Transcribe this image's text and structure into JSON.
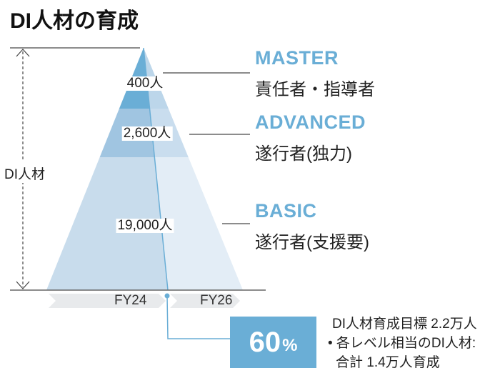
{
  "title": "DI人材の育成",
  "axis_label": "DI人材",
  "colors": {
    "accent": "#6aaed6",
    "box": "#6aaed6"
  },
  "tiers": [
    {
      "level": "MASTER",
      "description": "責任者・指導者",
      "count": "400人"
    },
    {
      "level": "ADVANCED",
      "description": "遂行者(独力)",
      "count": "2,600人"
    },
    {
      "level": "BASIC",
      "description": "遂行者(支援要)",
      "count": "19,000人"
    }
  ],
  "timeline": [
    "FY24",
    "FY26"
  ],
  "progress": {
    "value": "60",
    "unit": "%",
    "fraction": 0.6
  },
  "notes": [
    "DI人材育成目標 2.2万人",
    "• 各レベル相当のDI人材:",
    "合計 1.4万人育成"
  ]
}
